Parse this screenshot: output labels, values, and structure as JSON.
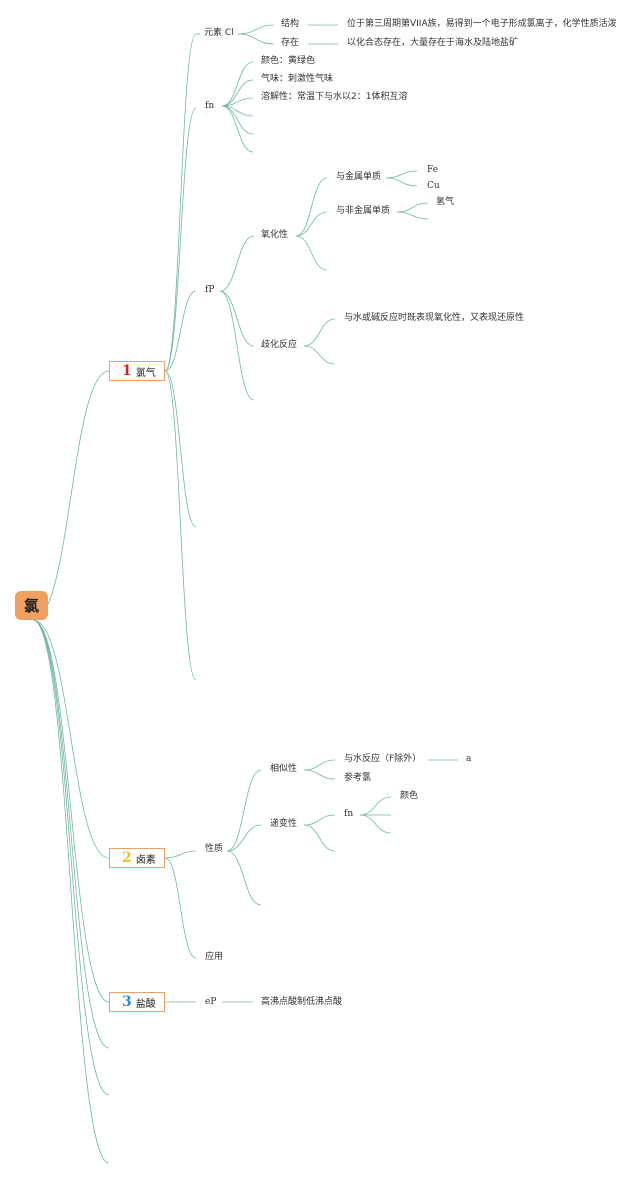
{
  "root": {
    "label": "氯"
  },
  "topics": [
    {
      "number": "1",
      "label": "氯气",
      "number_color": "#d02030"
    },
    {
      "number": "2",
      "label": "卤素",
      "number_color": "#f0c020"
    },
    {
      "number": "3",
      "label": "盐酸",
      "number_color": "#2a8fd0"
    }
  ],
  "nodes": {
    "yuansu": "元素 Cl",
    "jiegou": "结构",
    "jiegou_desc": "位于第三周期第VIIA族，易得到一个电子形成氯离子，化学性质活泼",
    "cunzai": "存在",
    "cunzai_desc": "以化合态存在，大量存在于海水及陆地盐矿",
    "fn": "fn",
    "yanse": "颜色：黄绿色",
    "qiwei": "气味：刺激性气味",
    "rongjie": "溶解性：常温下与水以2：1体积互溶",
    "fp": "fP",
    "yanghua": "氧化性",
    "jinshu": "与金属单质",
    "fe": "Fe",
    "cu": "Cu",
    "feijinshu": "与非金属单质",
    "qingqi": "氢气",
    "qihua": "歧化反应",
    "qihua_desc": "与水或碱反应时既表现氧化性，又表现还原性",
    "xingzhi": "性质",
    "xiangsi": "相似性",
    "shui": "与水反应（F除外）",
    "a": "a",
    "cankao": "参考氯",
    "dibian": "递变性",
    "fn2": "fn",
    "yanse2": "颜色",
    "yingyong": "应用",
    "ep": "eP",
    "gaofei": "高沸点酸制低沸点酸"
  },
  "colors": {
    "line": "#6fb89e",
    "topic_border": "#f0a060",
    "root_fill": "#f0a060"
  }
}
